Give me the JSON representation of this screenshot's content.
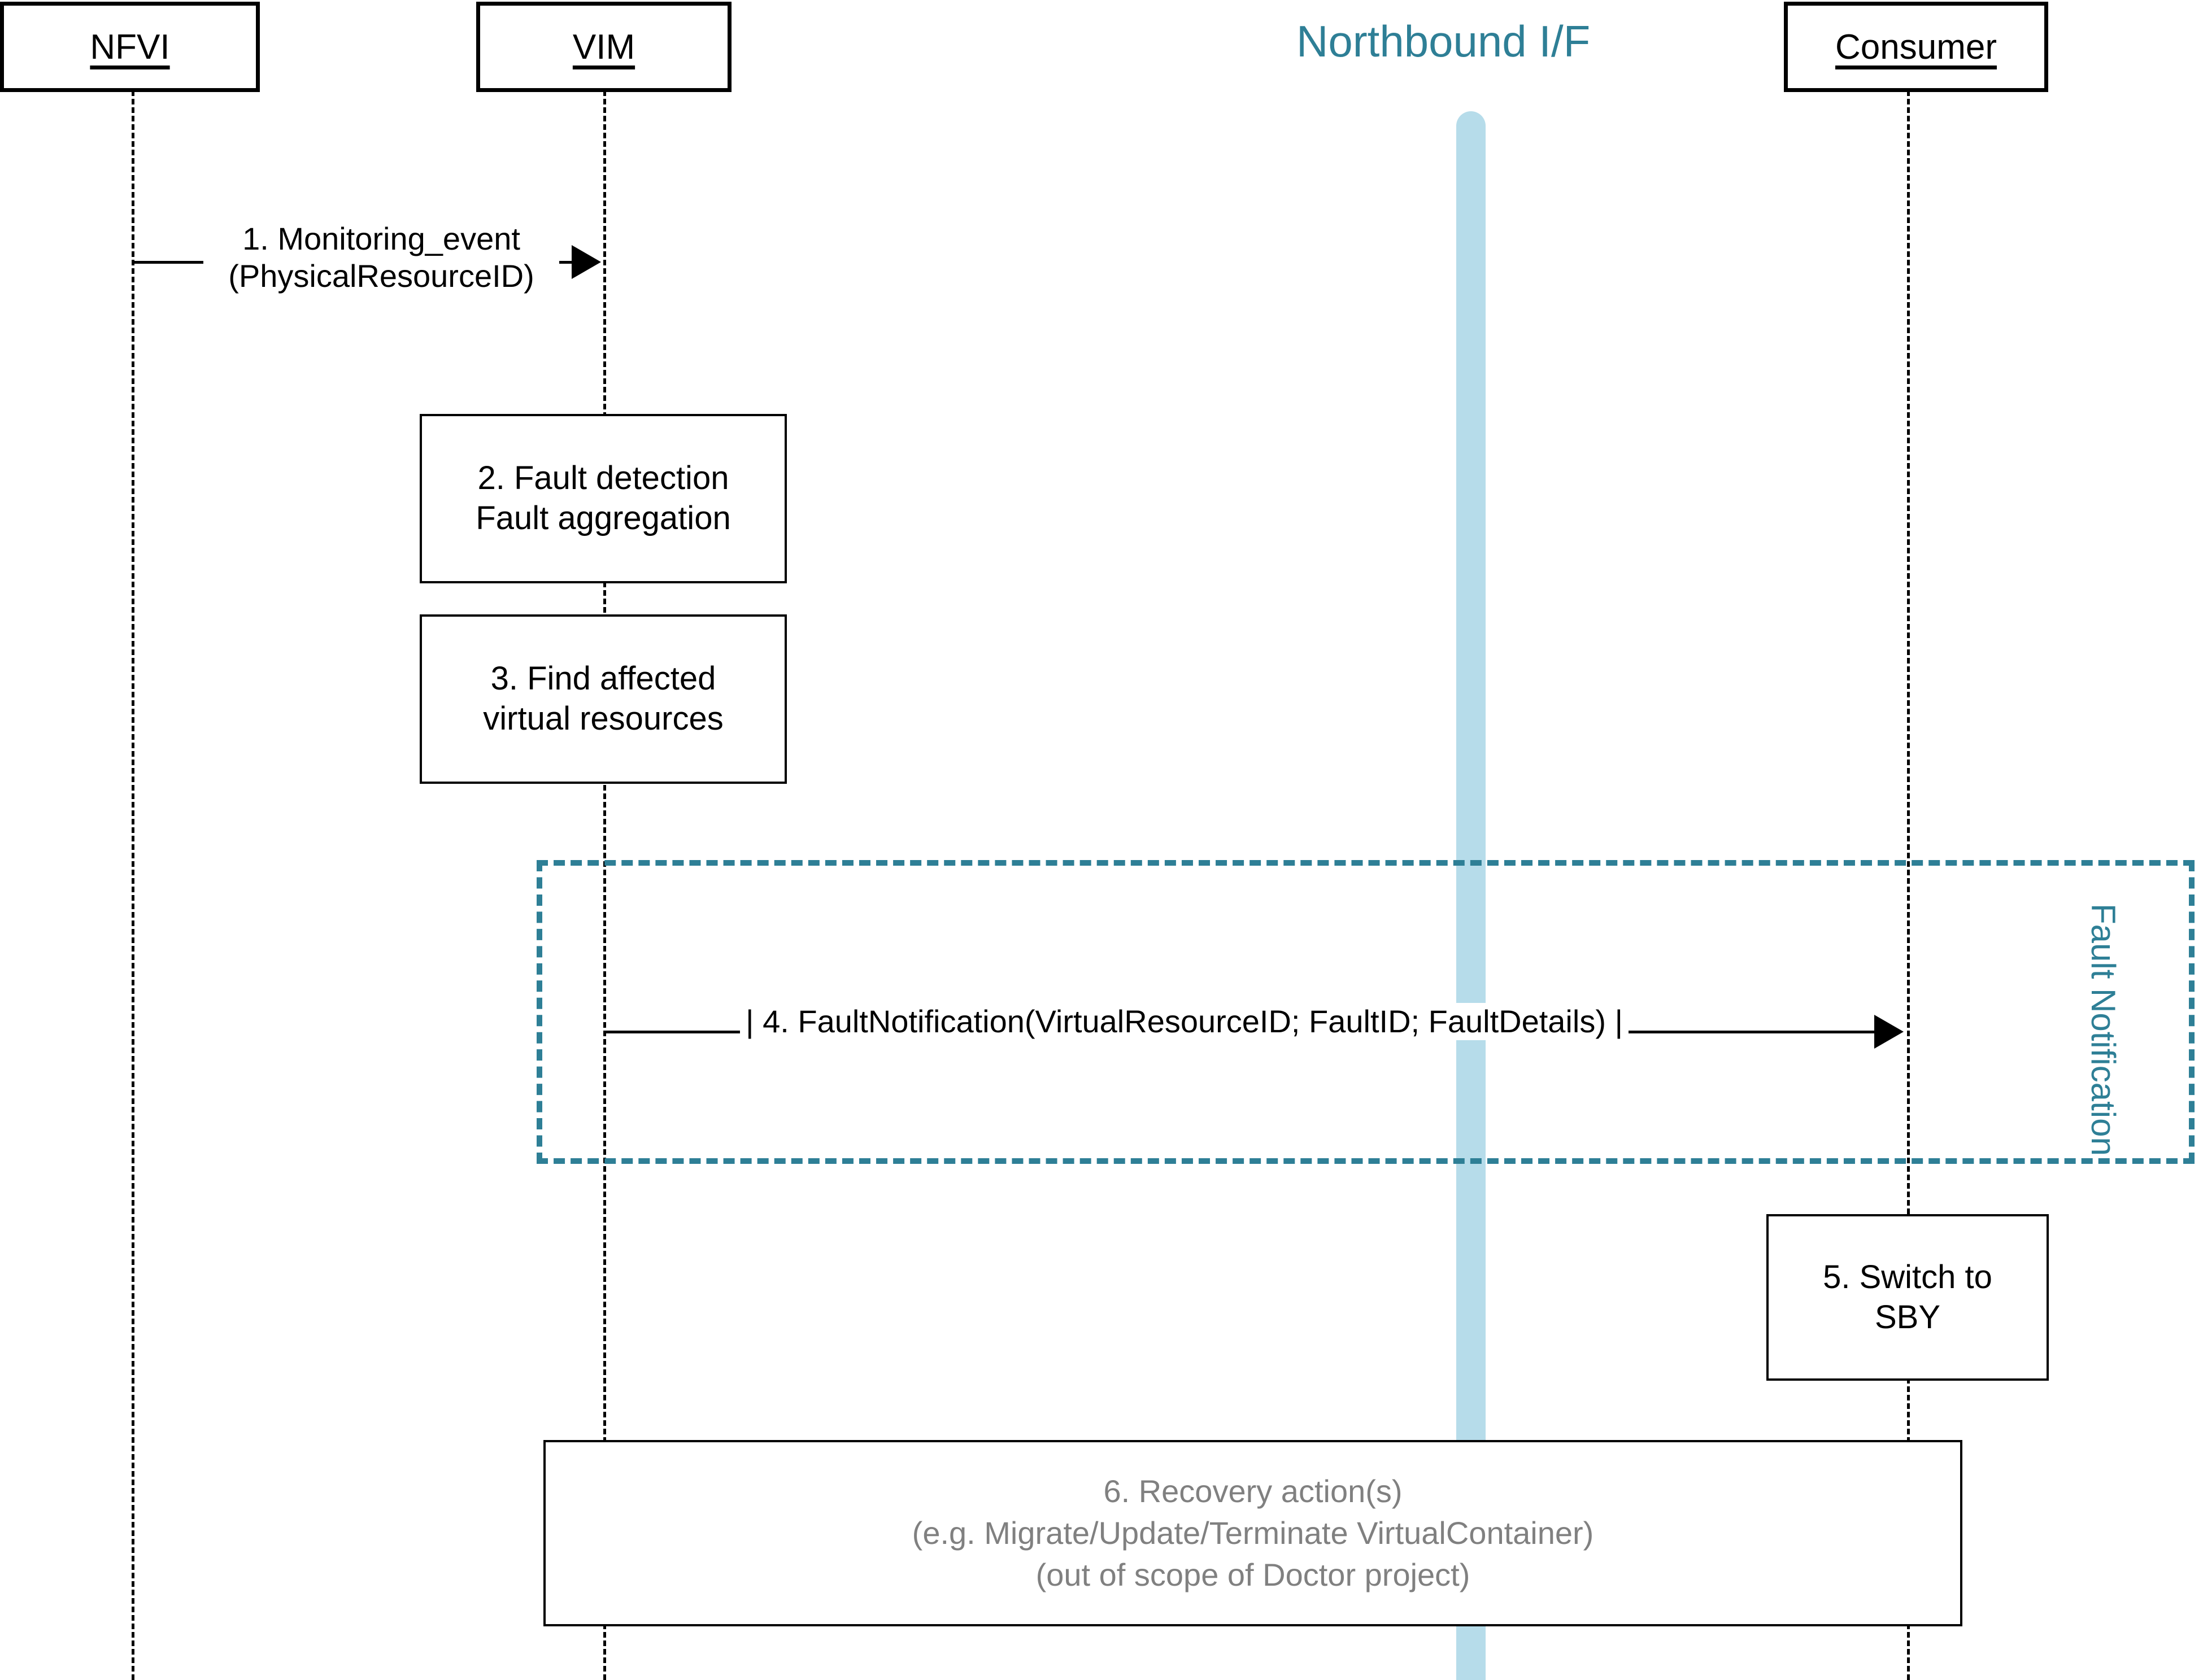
{
  "diagram": {
    "title_nb": "Northbound I/F",
    "colors": {
      "teal": "#2e7f96",
      "light_blue_bar": "#b6dcea",
      "gray_text": "#808080",
      "black": "#000000"
    }
  },
  "actors": [
    {
      "id": "nfvi",
      "label": "NFVI"
    },
    {
      "id": "vim",
      "label": "VIM"
    },
    {
      "id": "consumer",
      "label": "Consumer"
    }
  ],
  "messages": [
    {
      "id": "msg1",
      "line1": "1. Monitoring_event",
      "line2": "(PhysicalResourceID)",
      "from": "NFVI",
      "to": "VIM"
    },
    {
      "id": "msg4",
      "text": "| 4. FaultNotification(VirtualResourceID; FaultID; FaultDetails) |",
      "from": "VIM",
      "to": "Consumer"
    }
  ],
  "activities": [
    {
      "id": "act2",
      "line1": "2. Fault detection",
      "line2": "Fault aggregation"
    },
    {
      "id": "act3",
      "line1": "3. Find affected",
      "line2": "virtual resources"
    },
    {
      "id": "act5",
      "line1": "5. Switch to",
      "line2": "SBY"
    }
  ],
  "frame": {
    "label_line1": "Fault",
    "label_line2": "Notification"
  },
  "recovery": {
    "line1": "6. Recovery action(s)",
    "line2": "(e.g. Migrate/Update/Terminate VirtualContainer)",
    "line3": "(out of scope of Doctor project)"
  }
}
